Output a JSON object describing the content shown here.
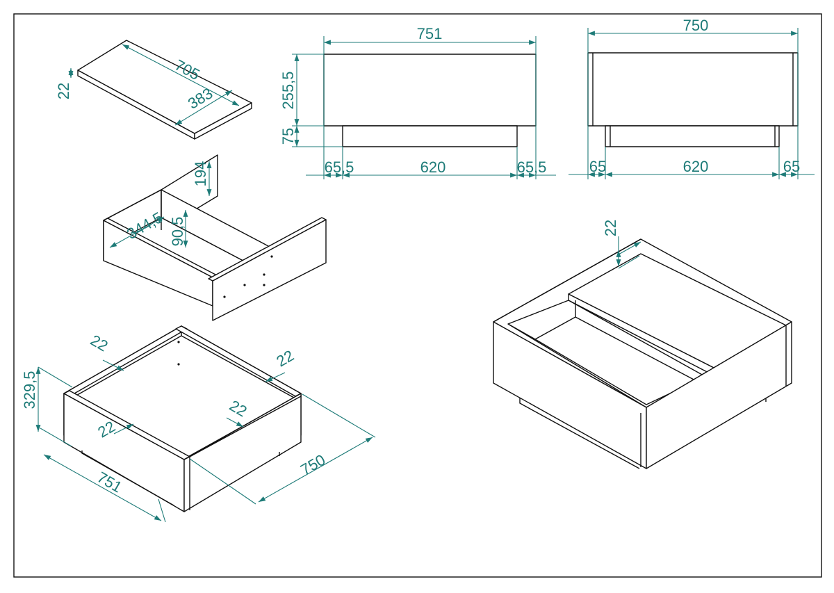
{
  "colors": {
    "line": "#111111",
    "dimension": "#1e7b78",
    "background": "#ffffff"
  },
  "front_view": {
    "width": "751",
    "height_top": "255,5",
    "height_base": "75",
    "left_offset": "65,5",
    "base_width": "620",
    "right_offset": "65,5"
  },
  "side_view": {
    "width": "750",
    "left_offset": "65",
    "base_width": "620",
    "right_offset": "65"
  },
  "lid_panel": {
    "thickness": "22",
    "length": "705",
    "width": "383"
  },
  "drawer": {
    "height": "194",
    "depth": "344,5",
    "inner_height": "90,5"
  },
  "carcass": {
    "height": "329,5",
    "wall_top": "22",
    "wall_right": "22",
    "wall_front": "22",
    "wall_inner": "22",
    "width": "751",
    "depth": "750"
  },
  "assembled": {
    "lid_thickness": "22"
  }
}
